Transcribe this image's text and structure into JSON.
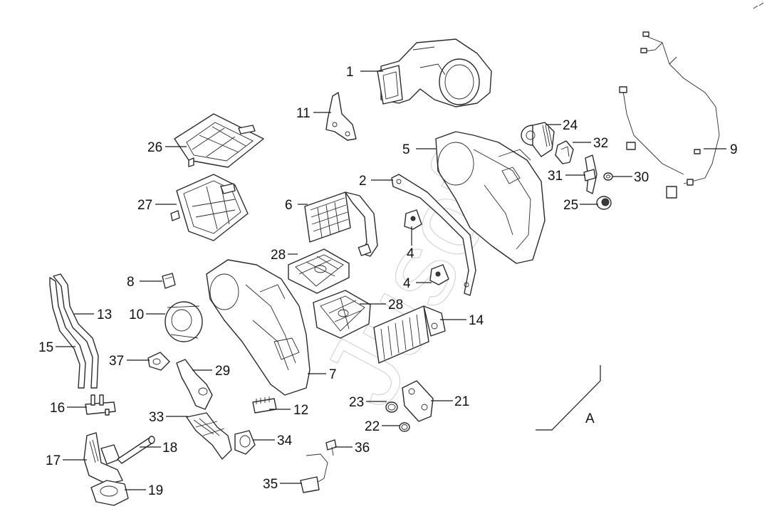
{
  "diagram": {
    "watermark_text": "Jusoft",
    "section_label": "A",
    "callouts": [
      {
        "id": "1",
        "label": "1"
      },
      {
        "id": "2",
        "label": "2"
      },
      {
        "id": "4a",
        "label": "4"
      },
      {
        "id": "4b",
        "label": "4"
      },
      {
        "id": "5",
        "label": "5"
      },
      {
        "id": "6",
        "label": "6"
      },
      {
        "id": "7",
        "label": "7"
      },
      {
        "id": "8",
        "label": "8"
      },
      {
        "id": "9",
        "label": "9"
      },
      {
        "id": "10",
        "label": "10"
      },
      {
        "id": "11",
        "label": "11"
      },
      {
        "id": "12",
        "label": "12"
      },
      {
        "id": "13",
        "label": "13"
      },
      {
        "id": "14",
        "label": "14"
      },
      {
        "id": "15",
        "label": "15"
      },
      {
        "id": "16",
        "label": "16"
      },
      {
        "id": "17",
        "label": "17"
      },
      {
        "id": "18",
        "label": "18"
      },
      {
        "id": "19",
        "label": "19"
      },
      {
        "id": "21",
        "label": "21"
      },
      {
        "id": "22",
        "label": "22"
      },
      {
        "id": "23",
        "label": "23"
      },
      {
        "id": "24",
        "label": "24"
      },
      {
        "id": "25",
        "label": "25"
      },
      {
        "id": "26",
        "label": "26"
      },
      {
        "id": "27",
        "label": "27"
      },
      {
        "id": "28a",
        "label": "28"
      },
      {
        "id": "28b",
        "label": "28"
      },
      {
        "id": "29",
        "label": "29"
      },
      {
        "id": "30",
        "label": "30"
      },
      {
        "id": "31",
        "label": "31"
      },
      {
        "id": "32",
        "label": "32"
      },
      {
        "id": "33",
        "label": "33"
      },
      {
        "id": "34",
        "label": "34"
      },
      {
        "id": "35",
        "label": "35"
      },
      {
        "id": "36",
        "label": "36"
      },
      {
        "id": "37",
        "label": "37"
      }
    ]
  }
}
